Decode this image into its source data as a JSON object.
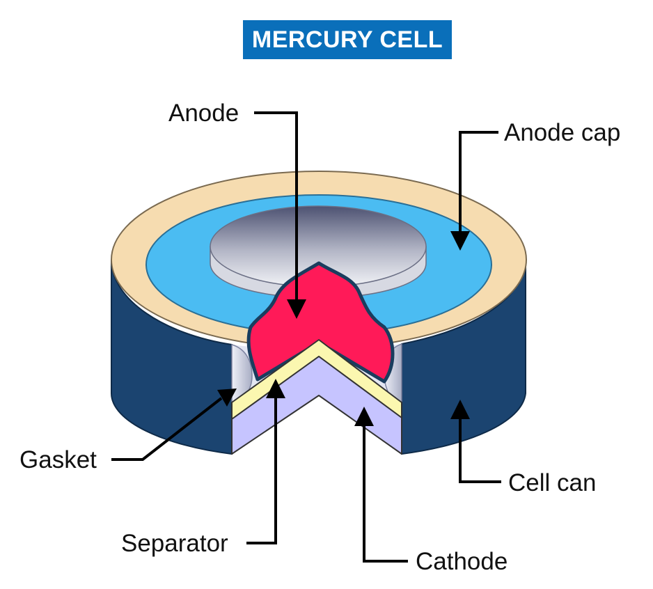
{
  "title": "MERCURY CELL",
  "labels": {
    "anode": "Anode",
    "anode_cap": "Anode cap",
    "gasket": "Gasket",
    "cell_can": "Cell can",
    "separator": "Separator",
    "cathode": "Cathode"
  },
  "colors": {
    "title_bg": "#0a6fba",
    "cell_can": "#1b4470",
    "top_rim": "#f6dcb0",
    "inner_face": "#4bbcf2",
    "anode": "#ff1a58",
    "separator": "#fbf7b0",
    "cathode": "#c6c4ff",
    "disc": "#c9cbd6"
  }
}
